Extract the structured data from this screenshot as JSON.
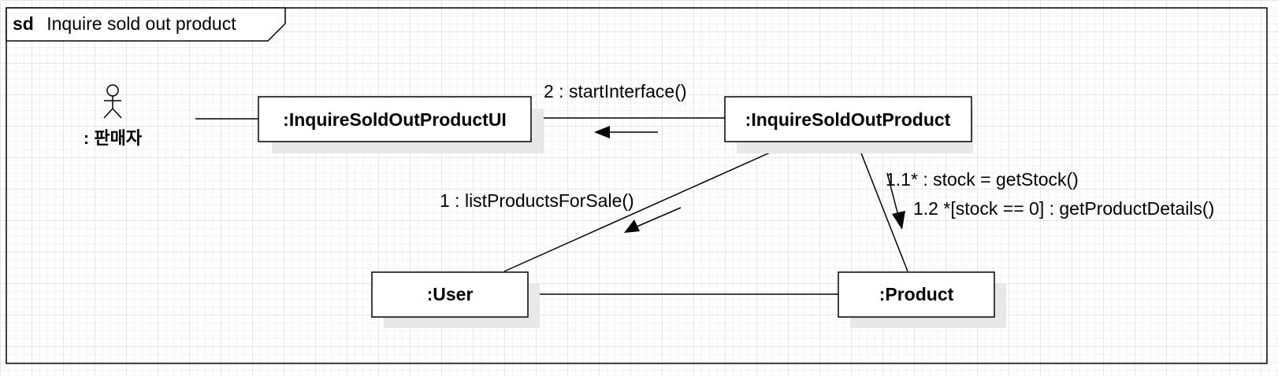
{
  "frame": {
    "keyword": "sd",
    "name": "Inquire sold out product"
  },
  "actor": {
    "name": ": 판매자"
  },
  "objects": {
    "ui": ":InquireSoldOutProductUI",
    "control": ":InquireSoldOutProduct",
    "user": ":User",
    "product": ":Product"
  },
  "messages": {
    "m2": "2 : startInterface()",
    "m1": "1 : listProductsForSale()",
    "m11": "1.1* : stock = getStock()",
    "m12": "1.2 *[stock == 0] : getProductDetails()"
  },
  "colors": {
    "stroke": "#000000",
    "shadow": "#e8e8e8",
    "grid": "#e6e6e6",
    "background": "#ffffff"
  }
}
